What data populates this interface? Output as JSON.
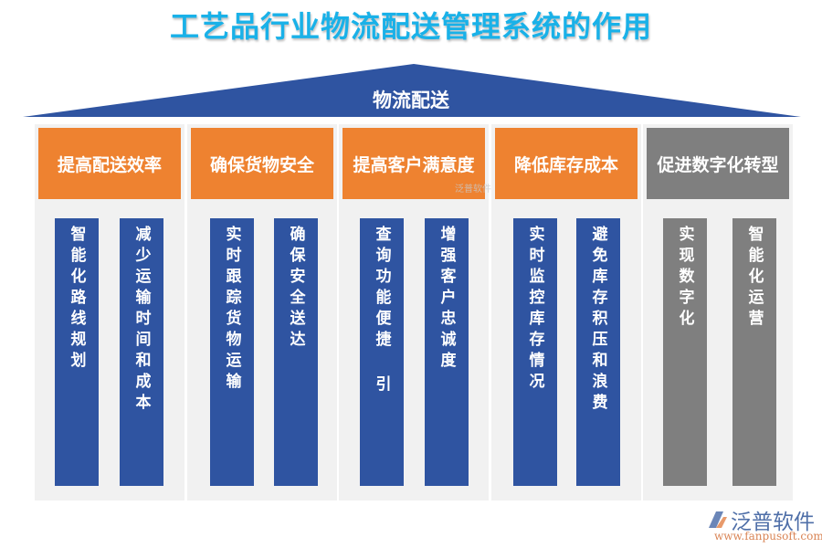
{
  "title": "工艺品行业物流配送管理系统的作用",
  "roof": {
    "label": "物流配送",
    "color": "#2f54a1"
  },
  "colors": {
    "orange": "#ee8230",
    "gray_header": "#7f7f7f",
    "blue_bar": "#2f54a1",
    "gray_bar": "#7f7f7f",
    "column_bg": "#f1f1f1",
    "title": "#19b1e8"
  },
  "columns": [
    {
      "header": "提高配送效率",
      "style": "orange",
      "bars": [
        "智能化路线规划",
        "减少运输时间和成本"
      ]
    },
    {
      "header": "确保货物安全",
      "style": "orange",
      "bars": [
        "实时跟踪货物运输",
        "确保安全送达"
      ]
    },
    {
      "header": "提高客户满意度",
      "style": "orange",
      "bars": [
        "查询功能便捷 引",
        "增强客户忠诚度"
      ]
    },
    {
      "header": "降低库存成本",
      "style": "orange",
      "bars": [
        "实时监控库存情况",
        "避免库存积压和浪费"
      ]
    },
    {
      "header": "促进数字化转型",
      "style": "gray",
      "bars": [
        "实现数字化",
        "智能化运营"
      ]
    }
  ],
  "watermark": {
    "mid": "泛普软件"
  },
  "logo": {
    "name": "泛普软件",
    "url": "www.fanpusoft.com",
    "icon": "fanpu-logo-icon"
  }
}
